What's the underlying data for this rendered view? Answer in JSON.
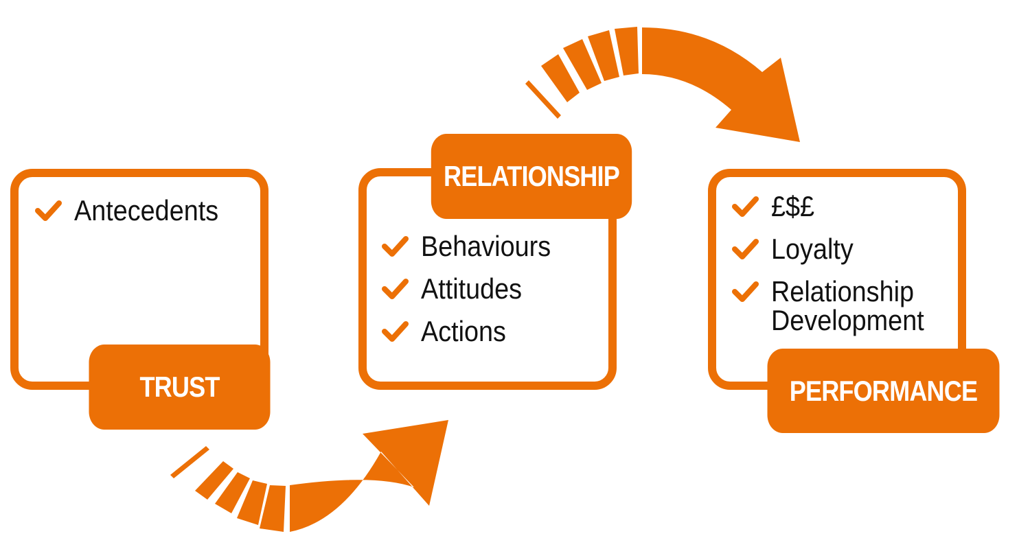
{
  "colors": {
    "accent": "#ec7006",
    "text": "#111111",
    "tab_text": "#ffffff",
    "background": "#ffffff"
  },
  "icons": {
    "bullet": "checkmark-icon",
    "connector": "curved-arrow-icon"
  },
  "trust": {
    "title": "TRUST",
    "items": [
      "Antecedents"
    ]
  },
  "relationship": {
    "title": "RELATIONSHIP",
    "items": [
      "Behaviours",
      "Attitudes",
      "Actions"
    ]
  },
  "performance": {
    "title": "PERFORMANCE",
    "items": [
      "£$£",
      "Loyalty",
      "Relationship Development"
    ]
  }
}
